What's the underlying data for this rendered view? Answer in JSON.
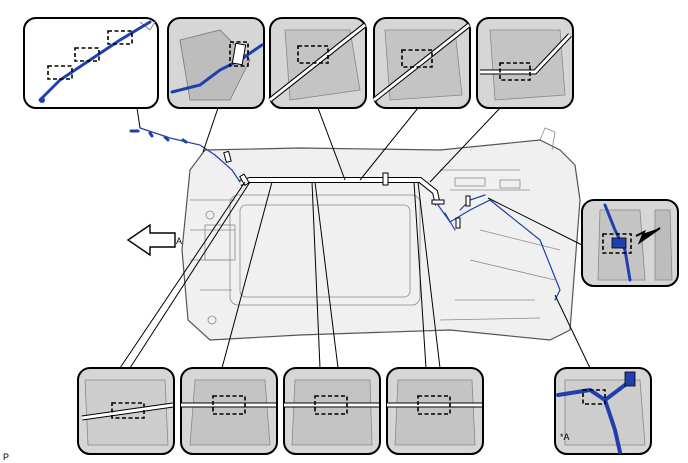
{
  "labels": {
    "callout_a": "*A",
    "page_code": "P",
    "direction_letter": "A"
  },
  "colors": {
    "harness": "#1f3fae",
    "panel_fill": "#d6d6d6",
    "outline": "#000000"
  },
  "icons": {
    "direction": "arrow-left-icon",
    "pointer": "arrow-pointer-icon"
  }
}
